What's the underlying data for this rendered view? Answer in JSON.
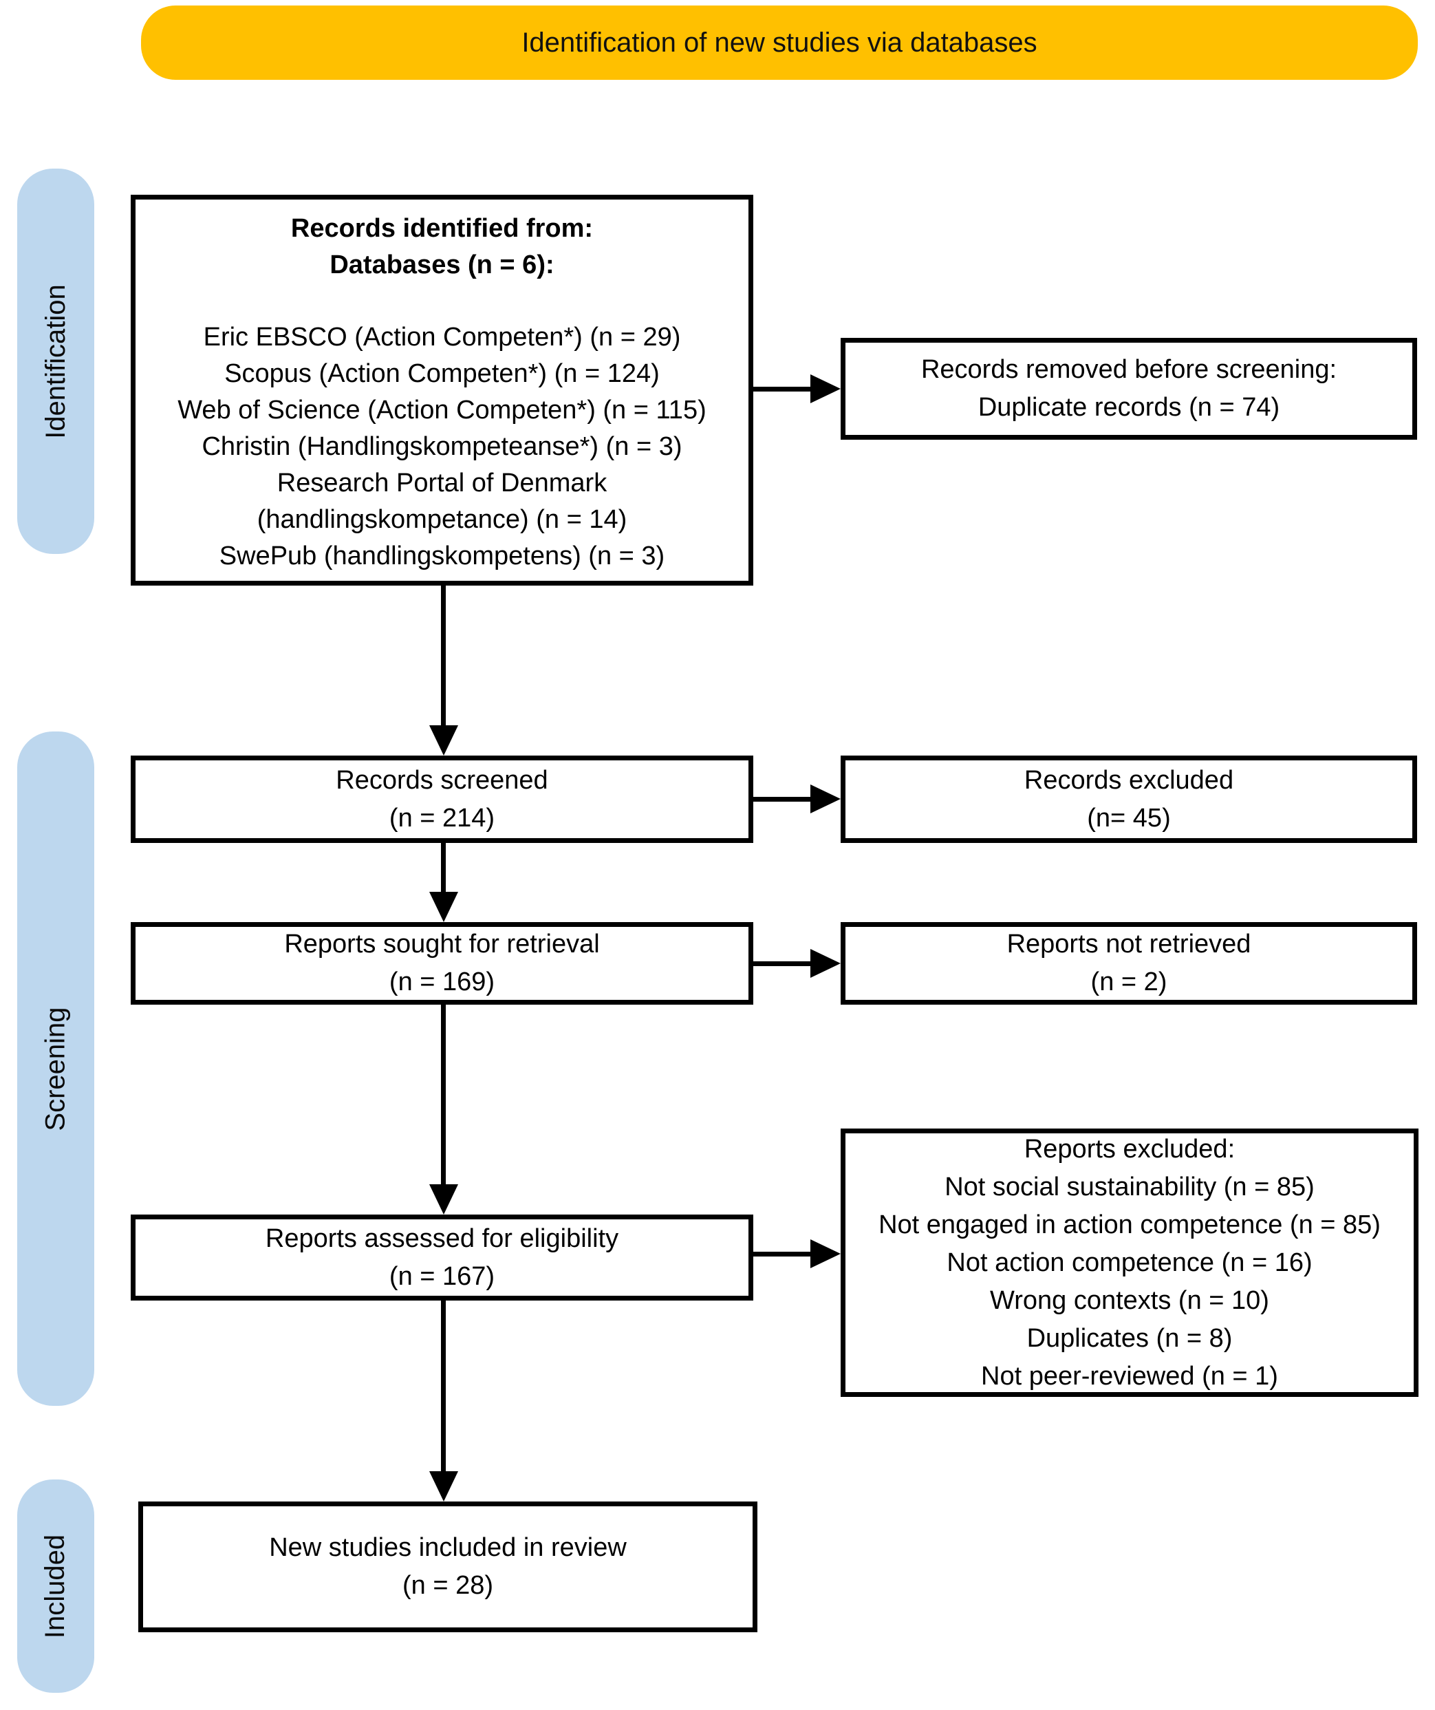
{
  "banner": {
    "title": "Identification of new studies via databases"
  },
  "stages": {
    "identification": "Identification",
    "screening": "Screening",
    "included": "Included"
  },
  "flow": {
    "identified": {
      "title1": "Records identified from:",
      "title2": "Databases (n = 6):",
      "sources": [
        "Eric EBSCO (Action Competen*) (n = 29)",
        "Scopus (Action Competen*) (n = 124)",
        "Web of Science (Action Competen*) (n = 115)",
        "Christin (Handlingskompeteanse*) (n = 3)",
        "Research Portal of Denmark",
        "(handlingskompetance) (n = 14)",
        "SwePub (handlingskompetens) (n = 3)"
      ]
    },
    "screened": {
      "line1": "Records screened",
      "line2": "(n = 214)"
    },
    "sought": {
      "line1": "Reports sought for retrieval",
      "line2": "(n = 169)"
    },
    "assessed": {
      "line1": "Reports assessed for eligibility",
      "line2": "(n = 167)"
    },
    "new_included": {
      "line1": "New studies included in review",
      "line2": "(n = 28)"
    }
  },
  "side": {
    "removed": {
      "line1": "Records removed before screening:",
      "line2": "Duplicate records (n = 74)"
    },
    "excluded": {
      "line1": "Records excluded",
      "line2": "(n= 45)"
    },
    "not_retrieved": {
      "line1": "Reports not retrieved",
      "line2": "(n = 2)"
    },
    "reports_excluded": {
      "title": "Reports excluded:",
      "reasons": [
        "Not social sustainability (n = 85)",
        "Not engaged in action competence (n = 85)",
        "Not action competence (n = 16)",
        "Wrong contexts (n = 10)",
        "Duplicates (n = 8)",
        "Not peer-reviewed (n = 1)"
      ]
    }
  },
  "colors": {
    "banner_bg": "#FFC000",
    "stage_bg": "#BDD7EE",
    "box_border": "#000000"
  }
}
